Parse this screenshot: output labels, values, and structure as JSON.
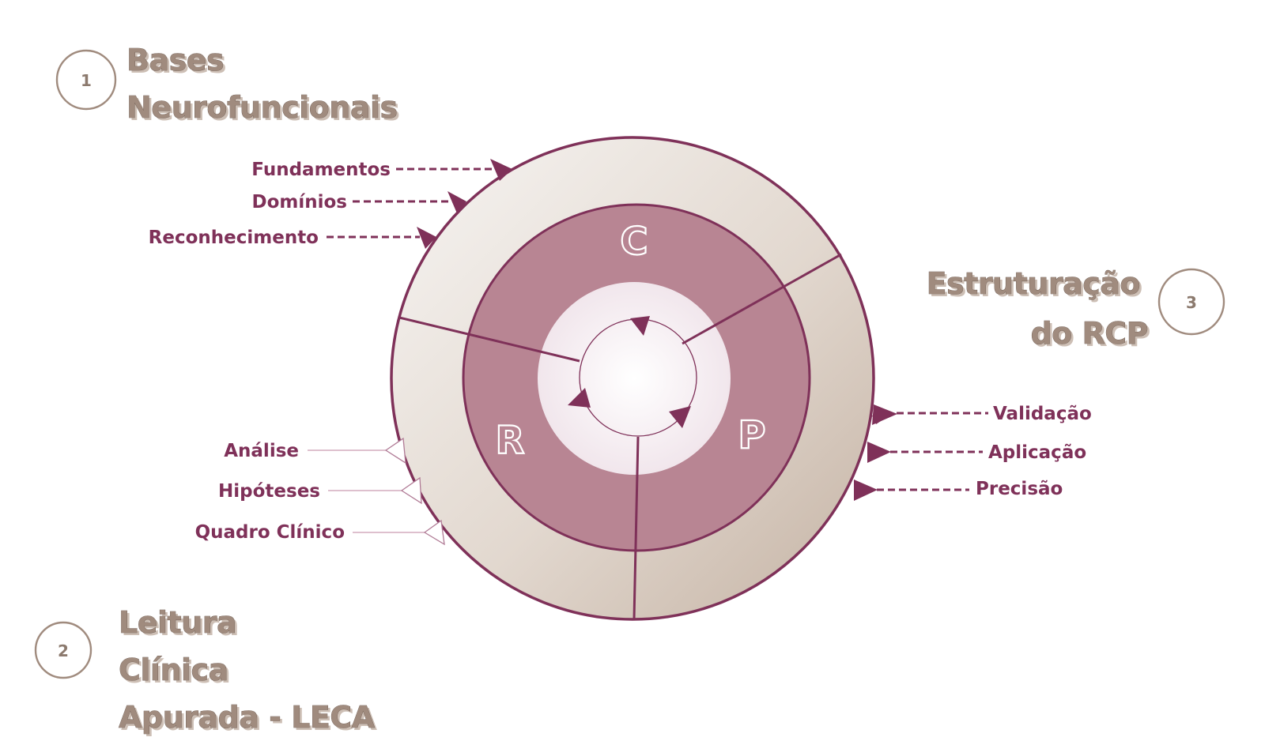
{
  "sections": [
    {
      "number": "1",
      "title_lines": [
        "Bases",
        "Neurofuncionais"
      ]
    },
    {
      "number": "2",
      "title_lines": [
        "Leitura",
        "Clínica",
        "Apurada - LECA"
      ]
    },
    {
      "number": "3",
      "title_lines": [
        "Estruturação",
        "do RCP"
      ]
    }
  ],
  "ring_letters": {
    "top": "C",
    "left": "R",
    "right": "P"
  },
  "labels": {
    "top_left": [
      "Fundamentos",
      "Domínios",
      "Reconhecimento"
    ],
    "bottom_left": [
      "Análise",
      "Hipóteses",
      "Quadro Clínico"
    ],
    "right": [
      "Validação",
      "Aplicação",
      "Precisão"
    ]
  },
  "colors": {
    "accent": "#7f3159",
    "middle_ring": "#b88593",
    "outer_ring_light": "#f4f1ee",
    "outer_ring_dark": "#c6b5a6",
    "title_text": "#a08b7e"
  }
}
